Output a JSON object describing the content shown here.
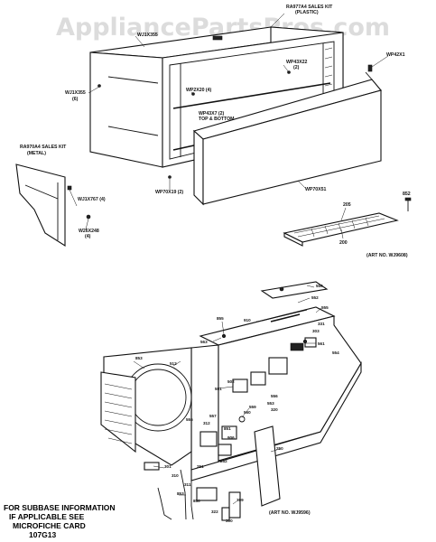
{
  "watermark": "AppliancePartsPros.com",
  "labels": {
    "kit_plastic_1": "RA977A4 SALES KIT",
    "kit_plastic_2": "(PLASTIC)",
    "kit_metal_1": "RA970A4 SALES KIT",
    "kit_metal_2": "(METAL)",
    "wj1x355": "WJ1X355",
    "wj1x355_qty": "(6)",
    "wp2x20": "WP2X20 (4)",
    "wp43x7_1": "WP43X7 (2)",
    "wp43x7_2": "TOP & BOTTOM",
    "wp43x22": "WP43X22",
    "wp43x22_qty": "(2)",
    "wp42x1": "WP42X1",
    "wj1x767": "WJ1X767 (4)",
    "w26x248": "W26X248",
    "w26x248_qty": "(4)",
    "wp70x19": "WP70X19 (2)",
    "wp70x51": "WP70X51",
    "part_205": "205",
    "part_200": "200",
    "part_852": "852",
    "art_no_top": "(ART NO. WJ9608)",
    "art_no_bottom": "(ART NO. WJ9596)"
  },
  "part_numbers": [
    "550",
    "552",
    "555",
    "855",
    "910",
    "563",
    "561",
    "554",
    "502",
    "551",
    "556",
    "553",
    "559",
    "560",
    "557",
    "555",
    "512",
    "853",
    "851",
    "906",
    "250",
    "252",
    "251",
    "301",
    "310",
    "311",
    "853",
    "850",
    "309",
    "322",
    "300",
    "320",
    "331",
    "303",
    "312"
  ],
  "note": {
    "line1": "FOR SUBBASE INFORMATION",
    "line2": "IF APPLICABLE SEE",
    "line3": "MICROFICHE CARD",
    "line4": "107G13"
  }
}
